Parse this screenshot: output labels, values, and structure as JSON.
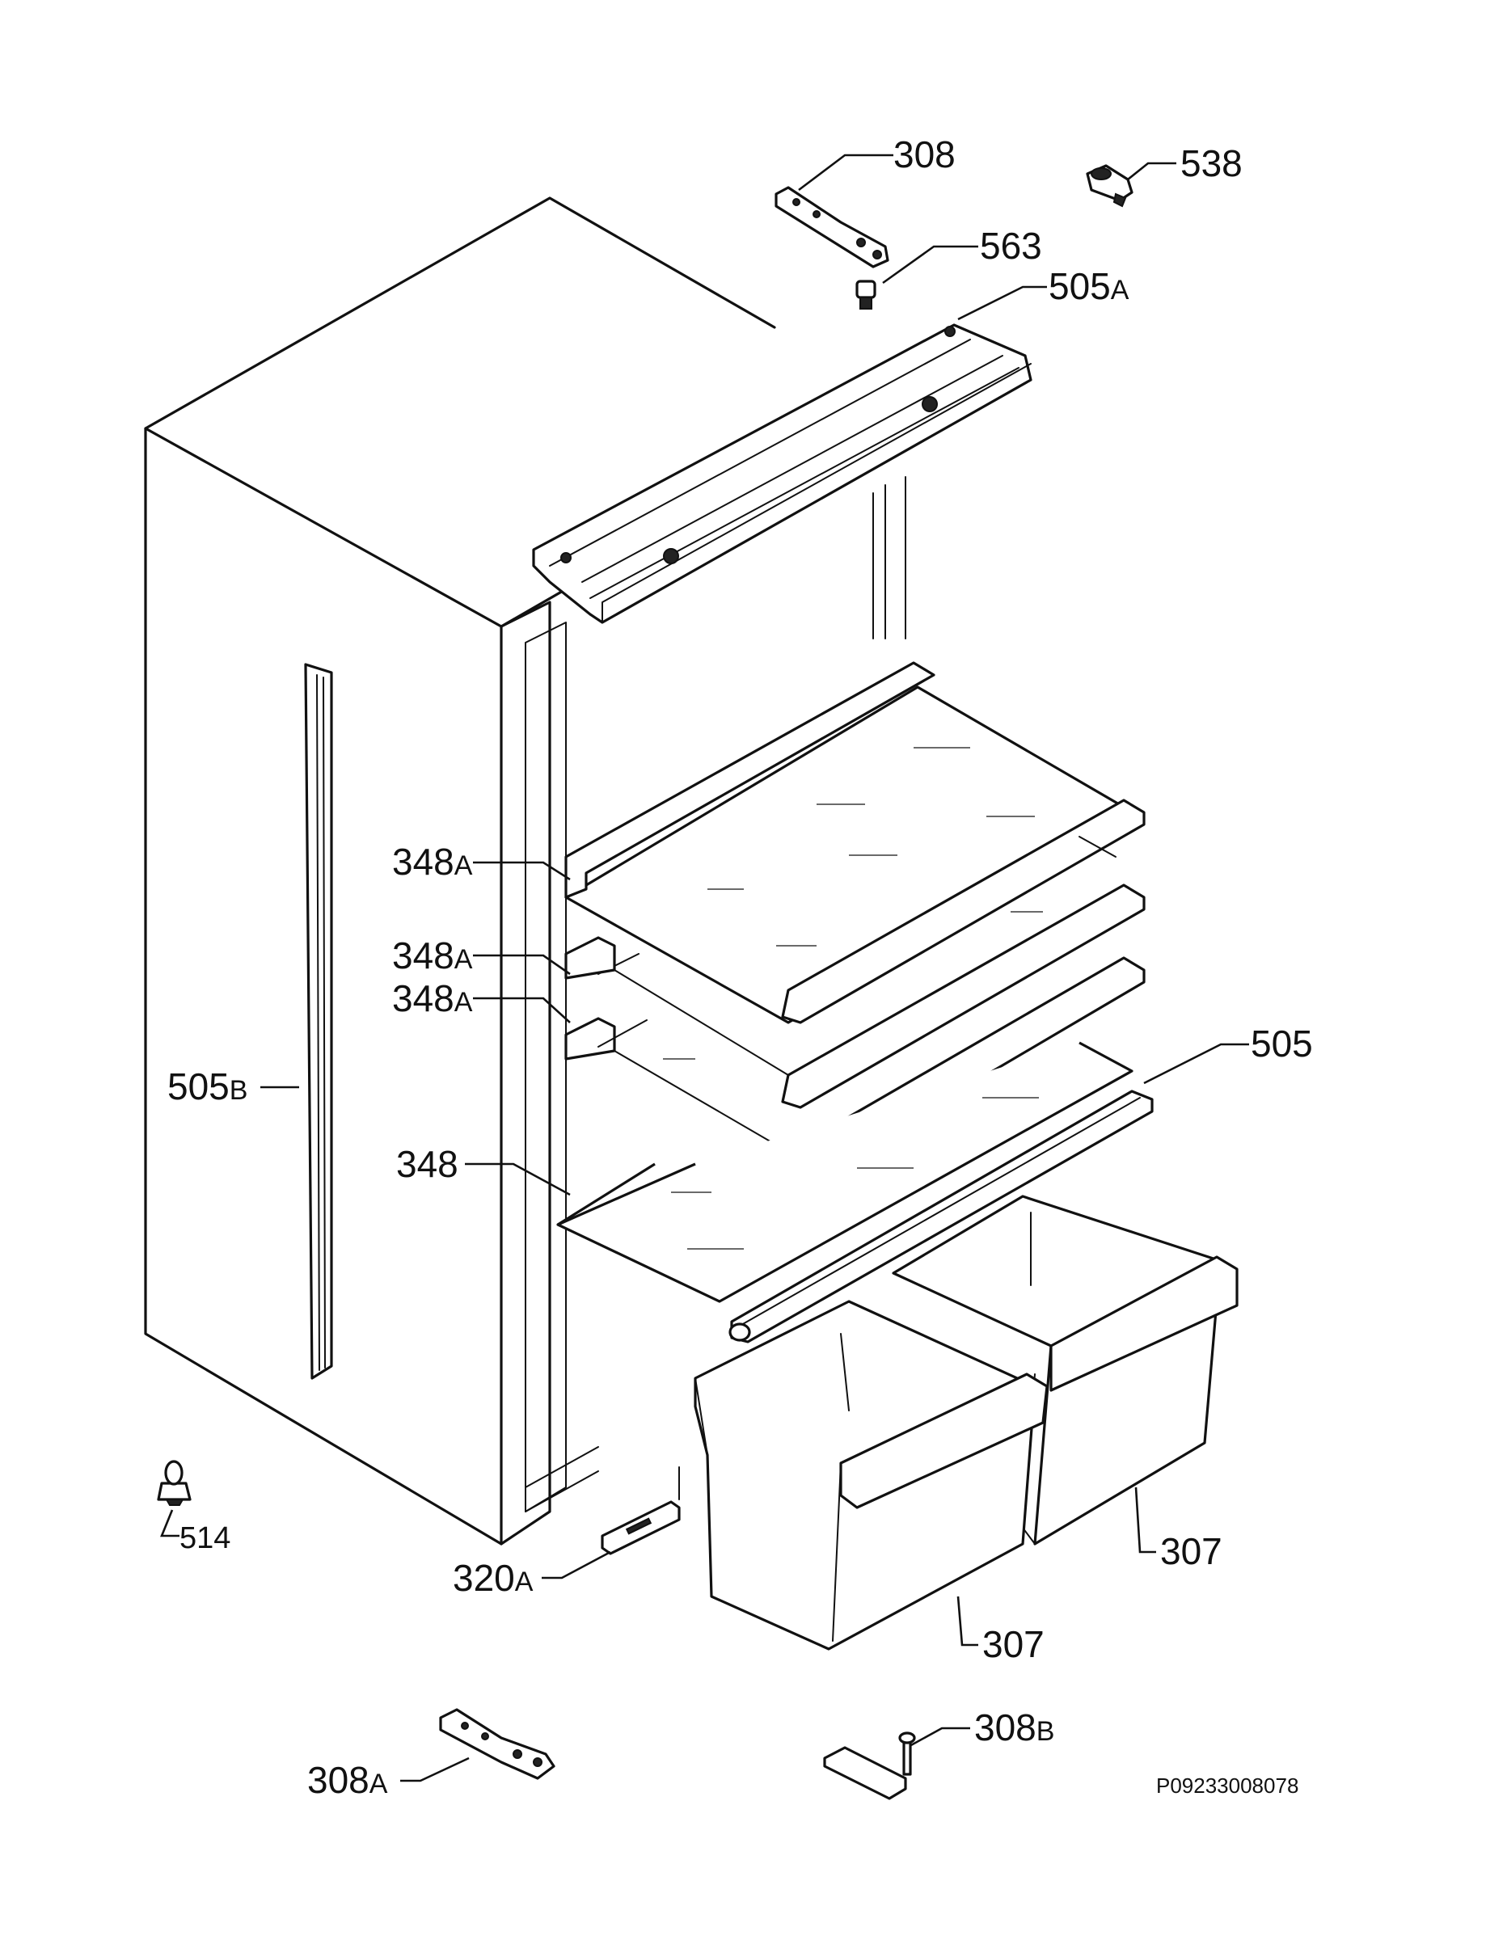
{
  "labels": {
    "p308": {
      "num": "308",
      "suffix": ""
    },
    "p538": {
      "num": "538",
      "suffix": ""
    },
    "p563": {
      "num": "563",
      "suffix": ""
    },
    "p505a": {
      "num": "505",
      "suffix": "A"
    },
    "p348a1": {
      "num": "348",
      "suffix": "A"
    },
    "p348a2": {
      "num": "348",
      "suffix": "A"
    },
    "p348a3": {
      "num": "348",
      "suffix": "A"
    },
    "p505": {
      "num": "505",
      "suffix": ""
    },
    "p505b": {
      "num": "505",
      "suffix": "B"
    },
    "p348": {
      "num": "348",
      "suffix": ""
    },
    "p514": {
      "num": "514",
      "suffix": ""
    },
    "p320a": {
      "num": "320",
      "suffix": "A"
    },
    "p307a": {
      "num": "307",
      "suffix": ""
    },
    "p307b": {
      "num": "307",
      "suffix": ""
    },
    "p308a": {
      "num": "308",
      "suffix": "A"
    },
    "p308b": {
      "num": "308",
      "suffix": "B"
    }
  },
  "reference_code": "P09233008078"
}
